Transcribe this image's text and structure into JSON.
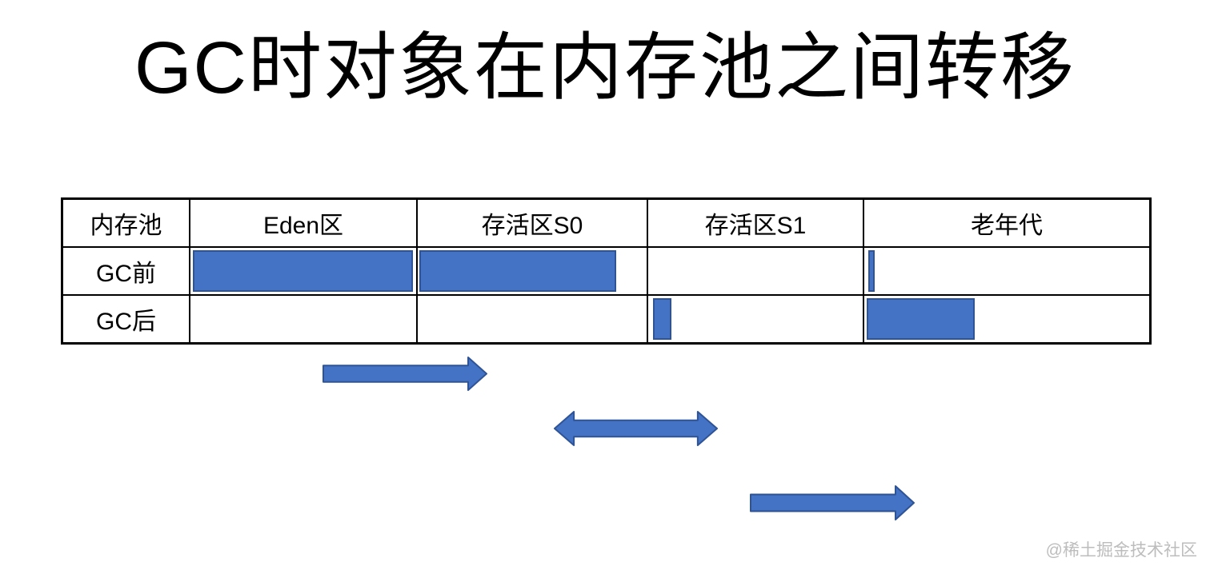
{
  "title": "GC时对象在内存池之间转移",
  "watermark": "@稀土掘金技术社区",
  "colors": {
    "background": "#FFFFFF",
    "title_color": "#000000",
    "table_border": "#000000",
    "bar_fill": "#4472C4",
    "bar_border": "#2F5496",
    "arrow_fill": "#4472C4",
    "arrow_border": "#2F5496",
    "watermark_color": "#BDBDBD"
  },
  "table": {
    "header": [
      "内存池",
      "Eden区",
      "存活区S0",
      "存活区S1",
      "老年代"
    ],
    "rows": [
      {
        "label": "GC前",
        "bars": [
          {
            "left": 1.2,
            "width": 97.5
          },
          {
            "left": 0.8,
            "width": 86
          },
          {
            "left": 0,
            "width": 0
          },
          {
            "left": 1.4,
            "width": 2.3
          }
        ]
      },
      {
        "label": "GC后",
        "bars": [
          {
            "left": 0,
            "width": 0
          },
          {
            "left": 0,
            "width": 0
          },
          {
            "left": 2.2,
            "width": 8.5
          },
          {
            "left": 0.9,
            "width": 38
          }
        ]
      }
    ]
  },
  "arrows": [
    {
      "direction": "right"
    },
    {
      "direction": "both"
    },
    {
      "direction": "right"
    }
  ]
}
